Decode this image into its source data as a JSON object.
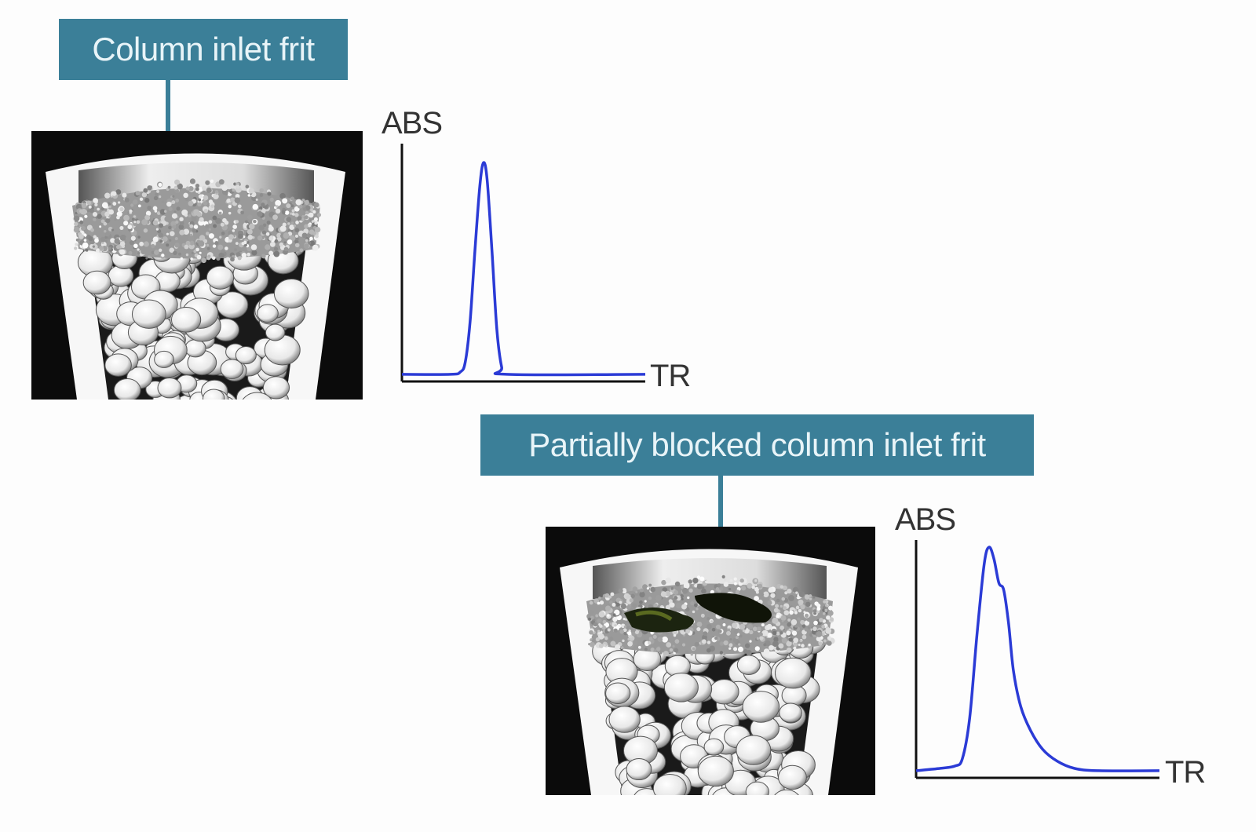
{
  "colors": {
    "label_bg": "#3b7f98",
    "arrow": "#3b7f98",
    "trace": "#2b3bd6",
    "axis": "#111111"
  },
  "panels": [
    {
      "label": "Column inlet frit",
      "state": "clean",
      "y_label": "ABS",
      "x_label": "TR"
    },
    {
      "label": "Partially blocked column inlet frit",
      "state": "blocked",
      "y_label": "ABS",
      "x_label": "TR"
    }
  ],
  "chart_data": [
    {
      "type": "line",
      "title": "",
      "xlabel": "TR",
      "ylabel": "ABS",
      "xlim": [
        0,
        1
      ],
      "ylim": [
        0,
        1
      ],
      "grid": false,
      "series": [
        {
          "name": "single sharp peak",
          "x": [
            0,
            0.2,
            0.24,
            0.26,
            0.28,
            0.3,
            0.32,
            0.335,
            0.35,
            0.37,
            0.39,
            0.41,
            0.43,
            1.0
          ],
          "y": [
            0.03,
            0.03,
            0.04,
            0.08,
            0.25,
            0.55,
            0.82,
            0.92,
            0.85,
            0.55,
            0.22,
            0.06,
            0.03,
            0.03
          ]
        }
      ]
    },
    {
      "type": "line",
      "title": "",
      "xlabel": "TR",
      "ylabel": "ABS",
      "xlim": [
        0,
        1
      ],
      "ylim": [
        0,
        1
      ],
      "grid": false,
      "series": [
        {
          "name": "split / tailing peak",
          "x": [
            0,
            0.1,
            0.16,
            0.19,
            0.22,
            0.25,
            0.28,
            0.3,
            0.32,
            0.34,
            0.36,
            0.38,
            0.4,
            0.43,
            0.47,
            0.52,
            0.58,
            0.65,
            0.75,
            1.0
          ],
          "y": [
            0.03,
            0.04,
            0.05,
            0.08,
            0.25,
            0.6,
            0.9,
            0.97,
            0.92,
            0.82,
            0.79,
            0.65,
            0.45,
            0.3,
            0.2,
            0.12,
            0.07,
            0.04,
            0.03,
            0.03
          ]
        }
      ]
    }
  ]
}
